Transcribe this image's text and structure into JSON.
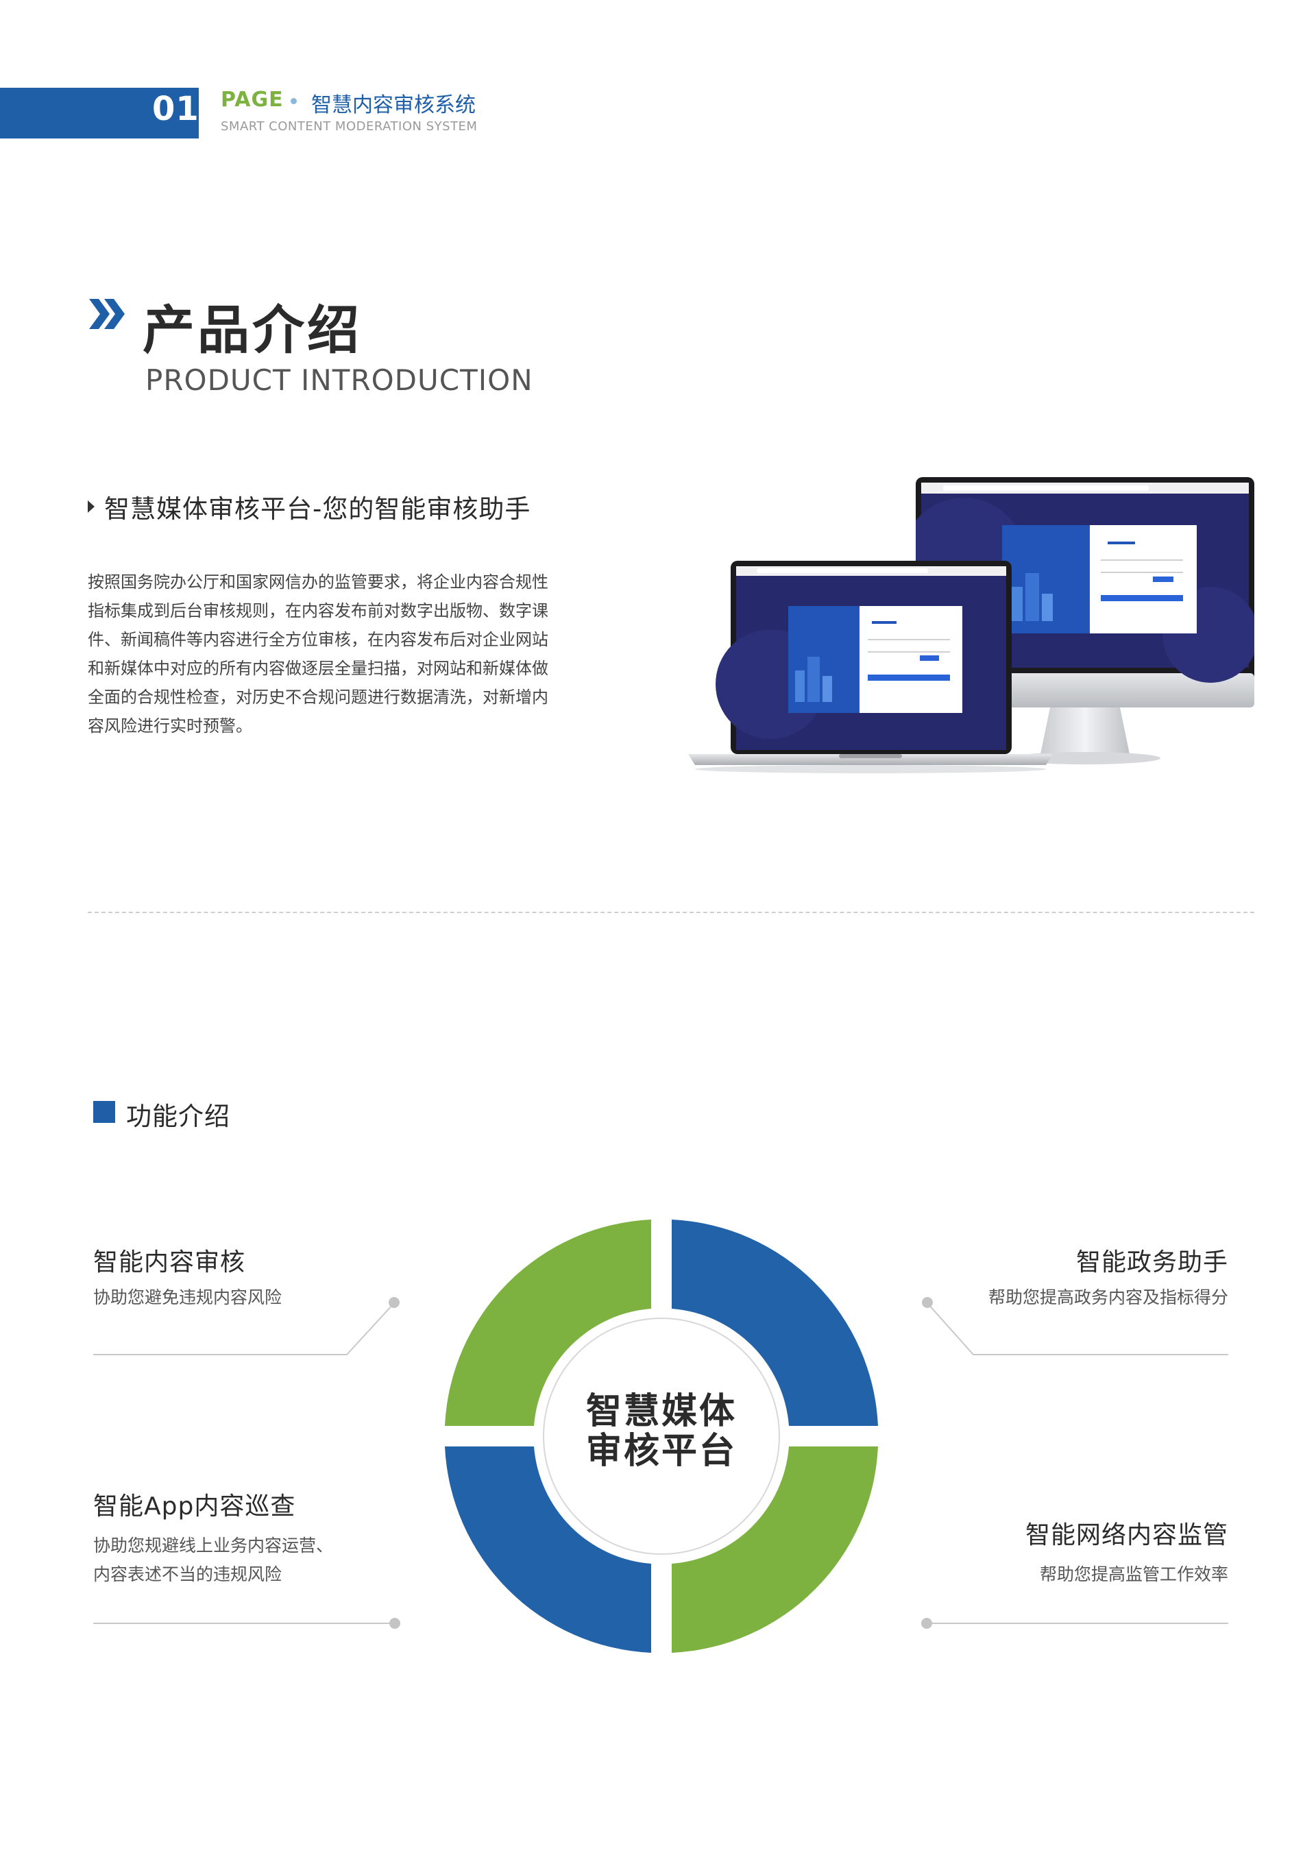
{
  "header": {
    "page_number": "01",
    "page_word": "PAGE",
    "doc_title": "智慧内容审核系统",
    "doc_subtitle": "SMART CONTENT MODERATION SYSTEM"
  },
  "section": {
    "title": "产品介绍",
    "title_en": "PRODUCT INTRODUCTION"
  },
  "intro": {
    "heading": "智慧媒体审核平台-您的智能审核助手",
    "paragraph": "按照国务院办公厅和国家网信办的监管要求，将企业内容合规性指标集成到后台审核规则，在内容发布前对数字出版物、数字课件、新闻稿件等内容进行全方位审核，在内容发布后对企业网站和新媒体中对应的所有内容做逐层全量扫描，对网站和新媒体做全面的合规性检查，对历史不合规问题进行数据清洗，对新增内容风险进行实时预警。"
  },
  "features": {
    "heading": "功能介绍",
    "center_line1": "智慧媒体",
    "center_line2": "审核平台",
    "items": [
      {
        "title": "智能内容审核",
        "desc": [
          "协助您避免违规内容风险"
        ]
      },
      {
        "title": "智能政务助手",
        "desc": [
          "帮助您提高政务内容及指标得分"
        ]
      },
      {
        "title": "智能App内容巡查",
        "desc": [
          "协助您规避线上业务内容运营、",
          "内容表述不当的违规风险"
        ]
      },
      {
        "title": "智能网络内容监管",
        "desc": [
          "帮助您提高监管工作效率"
        ]
      }
    ]
  },
  "colors": {
    "brand_blue": "#1f5fa8",
    "accent_green": "#7db240"
  }
}
